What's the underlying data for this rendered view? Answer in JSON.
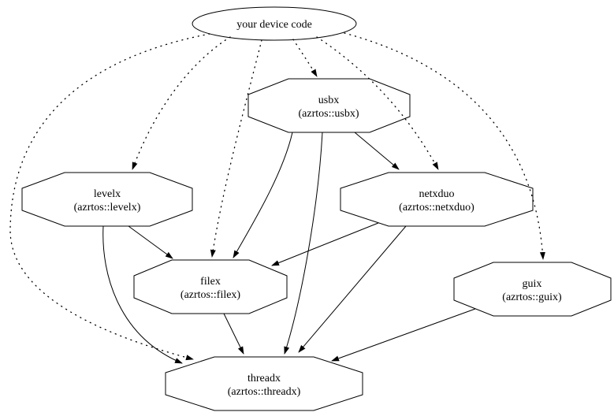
{
  "diagram": {
    "type": "dependency-graph",
    "colors": {
      "background": "#ffffff",
      "stroke": "#000000",
      "text": "#000000"
    },
    "nodes": {
      "device": {
        "label": "your device code",
        "shape": "ellipse"
      },
      "usbx": {
        "title": "usbx",
        "subtitle": "(azrtos::usbx)",
        "shape": "octagon"
      },
      "levelx": {
        "title": "levelx",
        "subtitle": "(azrtos::levelx)",
        "shape": "octagon"
      },
      "netxduo": {
        "title": "netxduo",
        "subtitle": "(azrtos::netxduo)",
        "shape": "octagon"
      },
      "filex": {
        "title": "filex",
        "subtitle": "(azrtos::filex)",
        "shape": "octagon"
      },
      "guix": {
        "title": "guix",
        "subtitle": "(azrtos::guix)",
        "shape": "octagon"
      },
      "threadx": {
        "title": "threadx",
        "subtitle": "(azrtos::threadx)",
        "shape": "octagon"
      }
    },
    "edges": [
      {
        "from": "your device code",
        "to": "usbx",
        "style": "dotted"
      },
      {
        "from": "your device code",
        "to": "levelx",
        "style": "dotted"
      },
      {
        "from": "your device code",
        "to": "filex",
        "style": "dotted"
      },
      {
        "from": "your device code",
        "to": "netxduo",
        "style": "dotted"
      },
      {
        "from": "your device code",
        "to": "guix",
        "style": "dotted"
      },
      {
        "from": "your device code",
        "to": "threadx",
        "style": "dotted"
      },
      {
        "from": "usbx",
        "to": "netxduo",
        "style": "solid"
      },
      {
        "from": "usbx",
        "to": "filex",
        "style": "solid"
      },
      {
        "from": "usbx",
        "to": "threadx",
        "style": "solid"
      },
      {
        "from": "levelx",
        "to": "filex",
        "style": "solid"
      },
      {
        "from": "levelx",
        "to": "threadx",
        "style": "solid"
      },
      {
        "from": "netxduo",
        "to": "filex",
        "style": "solid"
      },
      {
        "from": "netxduo",
        "to": "threadx",
        "style": "solid"
      },
      {
        "from": "filex",
        "to": "threadx",
        "style": "solid"
      },
      {
        "from": "guix",
        "to": "threadx",
        "style": "solid"
      }
    ]
  }
}
